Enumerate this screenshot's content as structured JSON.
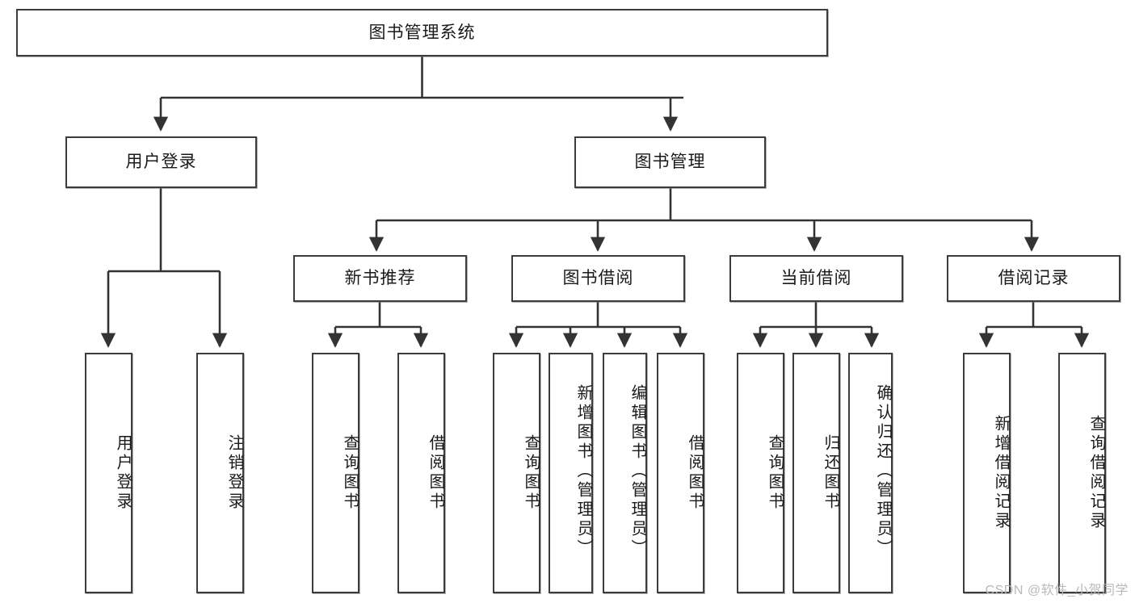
{
  "diagram": {
    "title": "图书管理系统",
    "watermark": "CSDN @软件_小贺同学",
    "colors": {
      "box_border": "#3c3c3c",
      "line": "#333333",
      "background": "#ffffff",
      "text": "#1a1a1a",
      "watermark": "#b9b9b9"
    },
    "root": {
      "label": "图书管理系统"
    },
    "level2": [
      {
        "label": "用户登录"
      },
      {
        "label": "图书管理"
      }
    ],
    "level3": [
      {
        "label": "新书推荐"
      },
      {
        "label": "图书借阅"
      },
      {
        "label": "当前借阅"
      },
      {
        "label": "借阅记录"
      }
    ],
    "leaves": {
      "user_login": [
        {
          "label": "用户登录"
        },
        {
          "label": "注销登录"
        }
      ],
      "new_book_recommend": [
        {
          "label": "查询图书"
        },
        {
          "label": "借阅图书"
        }
      ],
      "book_borrow": [
        {
          "label": "查询图书"
        },
        {
          "label": "新增图书（管理员）"
        },
        {
          "label": "编辑图书（管理员）"
        },
        {
          "label": "借阅图书"
        }
      ],
      "current_borrow": [
        {
          "label": "查询图书"
        },
        {
          "label": "归还图书"
        },
        {
          "label": "确认归还（管理员）"
        }
      ],
      "borrow_records": [
        {
          "label": "新增借阅记录"
        },
        {
          "label": "查询借阅记录"
        }
      ]
    }
  }
}
